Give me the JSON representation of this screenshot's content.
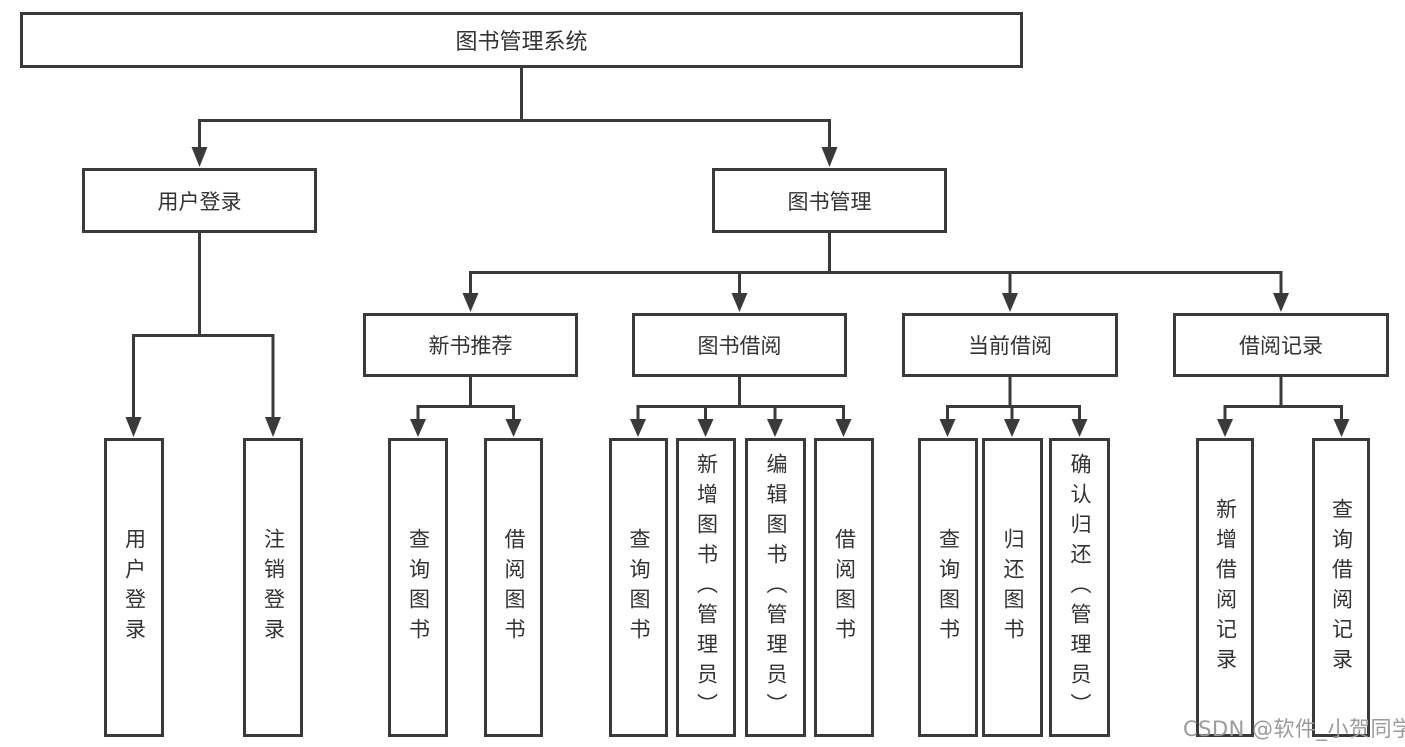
{
  "diagram": {
    "root": {
      "label": "图书管理系统"
    },
    "level2": [
      {
        "label": "用户登录"
      },
      {
        "label": "图书管理"
      }
    ],
    "level3": [
      {
        "label": "新书推荐"
      },
      {
        "label": "图书借阅"
      },
      {
        "label": "当前借阅"
      },
      {
        "label": "借阅记录"
      }
    ],
    "leaves": [
      {
        "label": "用户登录"
      },
      {
        "label": "注销登录"
      },
      {
        "label": "查询图书"
      },
      {
        "label": "借阅图书"
      },
      {
        "label": "查询图书"
      },
      {
        "label": "新增图书（管理员）"
      },
      {
        "label": "编辑图书（管理员）"
      },
      {
        "label": "借阅图书"
      },
      {
        "label": "查询图书"
      },
      {
        "label": "归还图书"
      },
      {
        "label": "确认归还（管理员）"
      },
      {
        "label": "新增借阅记录"
      },
      {
        "label": "查询借阅记录"
      }
    ]
  },
  "watermark": {
    "text": "CSDN @软件_小贺同学"
  },
  "colors": {
    "background": "#ffffff",
    "line": "#3a3a3a",
    "box_border": "#3a3a3a",
    "text": "#333333",
    "watermark": "#9b9b9b"
  }
}
